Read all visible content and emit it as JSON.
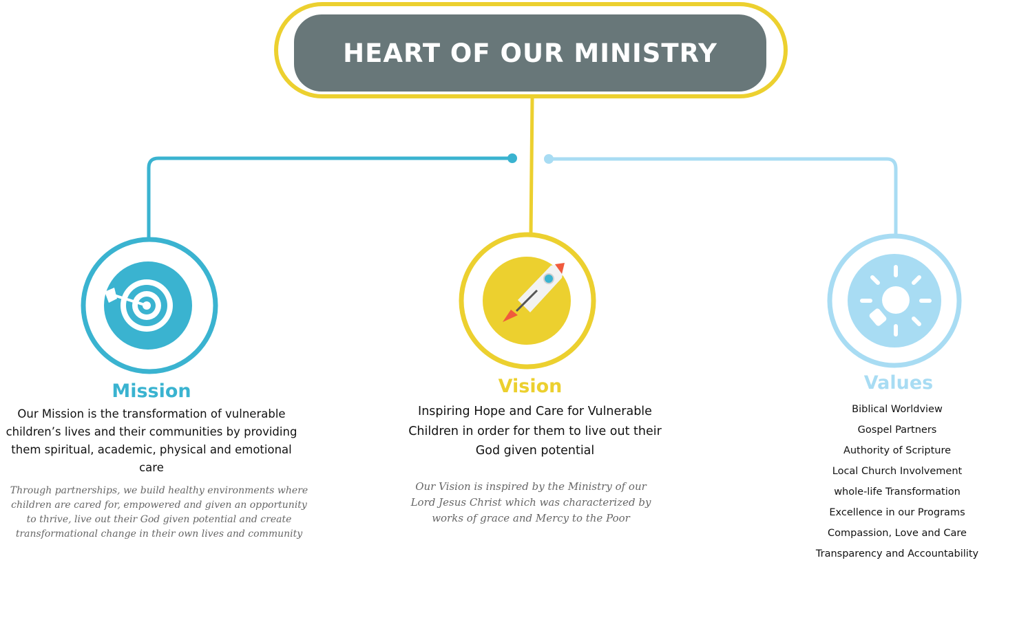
{
  "title": "HEART OF OUR MINISTRY",
  "colors": {
    "yellow": "#ecd02f",
    "teal": "#3ab3d0",
    "light_blue": "#a8dcf3",
    "gray": "#687779"
  },
  "mission": {
    "heading": "Mission",
    "statement": "Our Mission is the transformation of vulnerable children’s lives and their communities by providing them spiritual, academic, physical and emotional care",
    "detail": "Through partnerships, we build healthy environments where children are cared for, empowered and given an opportunity to thrive, live out their God given potential and create transformational change in their own lives and community",
    "icon": "target-icon"
  },
  "vision": {
    "heading": "Vision",
    "statement": "Inspiring Hope and Care for Vulnerable Children in order for them to live out their God given potential",
    "detail": "Our Vision is inspired by the Ministry of our Lord Jesus Christ which was characterized by works of grace and Mercy to the Poor",
    "icon": "rocket-icon"
  },
  "values": {
    "heading": "Values",
    "items": [
      "Biblical Worldview",
      "Gospel Partners",
      "Authority of Scripture",
      "Local Church Involvement",
      "whole-life Transformation",
      "Excellence in our Programs",
      "Compassion, Love and Care",
      "Transparency and Accountability"
    ],
    "icon": "lightbulb-icon"
  }
}
